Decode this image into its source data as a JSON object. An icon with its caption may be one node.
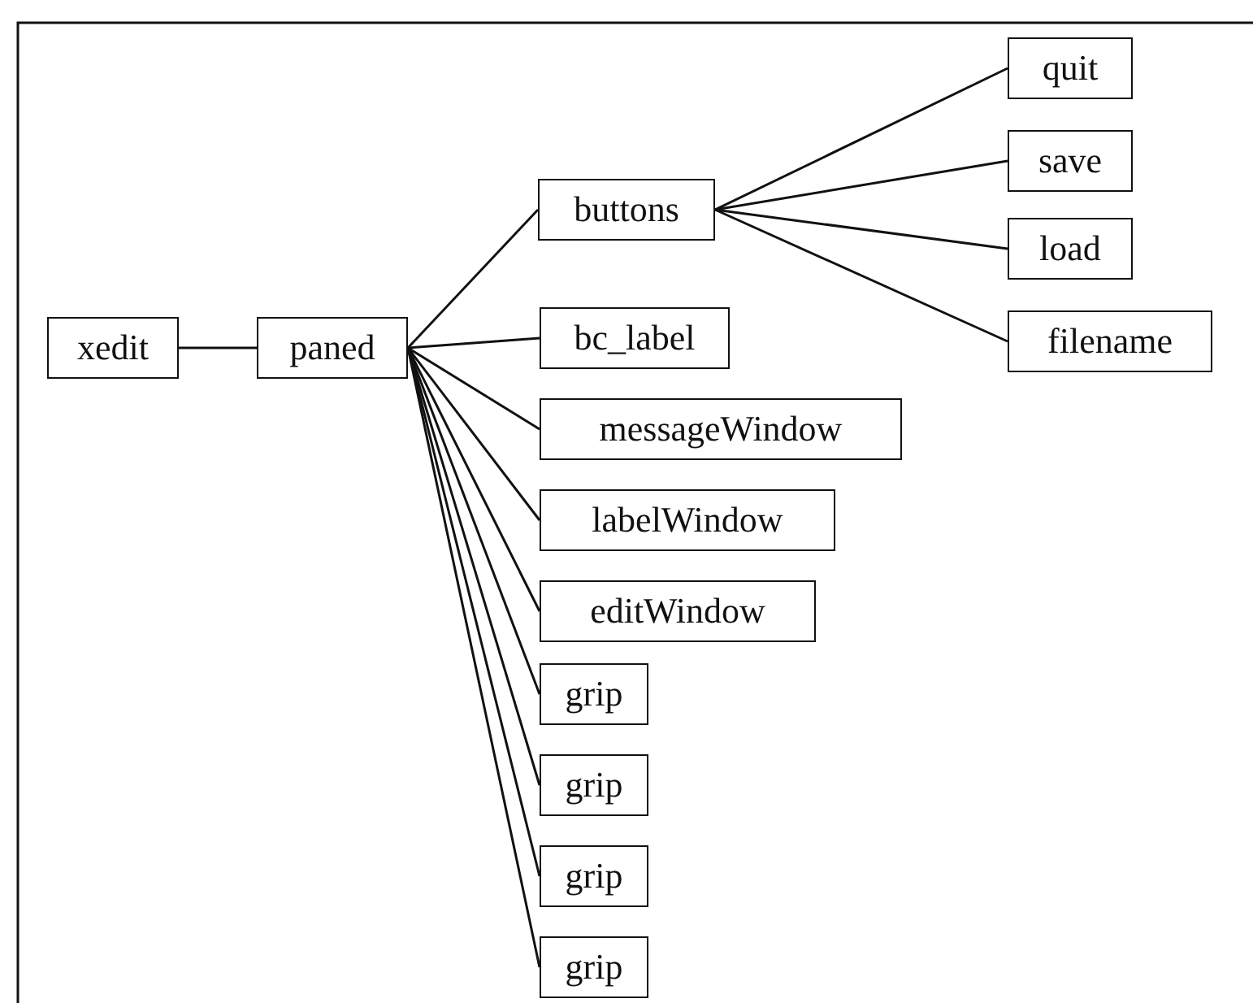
{
  "diagram": {
    "nodes": [
      {
        "text": [
          "xedit"
        ]
      },
      {
        "text": [
          "paned"
        ]
      },
      {
        "text": [
          "buttons"
        ]
      },
      {
        "text": [
          "quit"
        ]
      },
      {
        "text": [
          "save"
        ]
      },
      {
        "text": [
          "load"
        ]
      },
      {
        "text": [
          "filename"
        ]
      },
      {
        "text": [
          "bc_label"
        ]
      },
      {
        "text": [
          "messageWindow"
        ]
      },
      {
        "text": [
          "labelWindow"
        ]
      },
      {
        "text": [
          "editWindow"
        ]
      },
      {
        "text": [
          "grip"
        ]
      },
      {
        "text": [
          "grip"
        ]
      },
      {
        "text": [
          "grip"
        ]
      },
      {
        "text": [
          "grip"
        ]
      }
    ],
    "edges": [
      {
        "from": 0,
        "to": 1,
        "arrow": "none"
      },
      {
        "from": 1,
        "to": 2,
        "arrow": "none"
      },
      {
        "from": 2,
        "to": 3,
        "arrow": "none"
      },
      {
        "from": 2,
        "to": 4,
        "arrow": "none"
      },
      {
        "from": 2,
        "to": 5,
        "arrow": "none"
      },
      {
        "from": 2,
        "to": 6,
        "arrow": "none"
      },
      {
        "from": 1,
        "to": 7,
        "arrow": "none"
      },
      {
        "from": 1,
        "to": 8,
        "arrow": "none"
      },
      {
        "from": 1,
        "to": 9,
        "arrow": "none"
      },
      {
        "from": 1,
        "to": 10,
        "arrow": "none"
      },
      {
        "from": 1,
        "to": 11,
        "arrow": "none"
      },
      {
        "from": 1,
        "to": 12,
        "arrow": "none"
      },
      {
        "from": 1,
        "to": 13,
        "arrow": "none"
      },
      {
        "from": 1,
        "to": 14,
        "arrow": "none"
      }
    ]
  }
}
